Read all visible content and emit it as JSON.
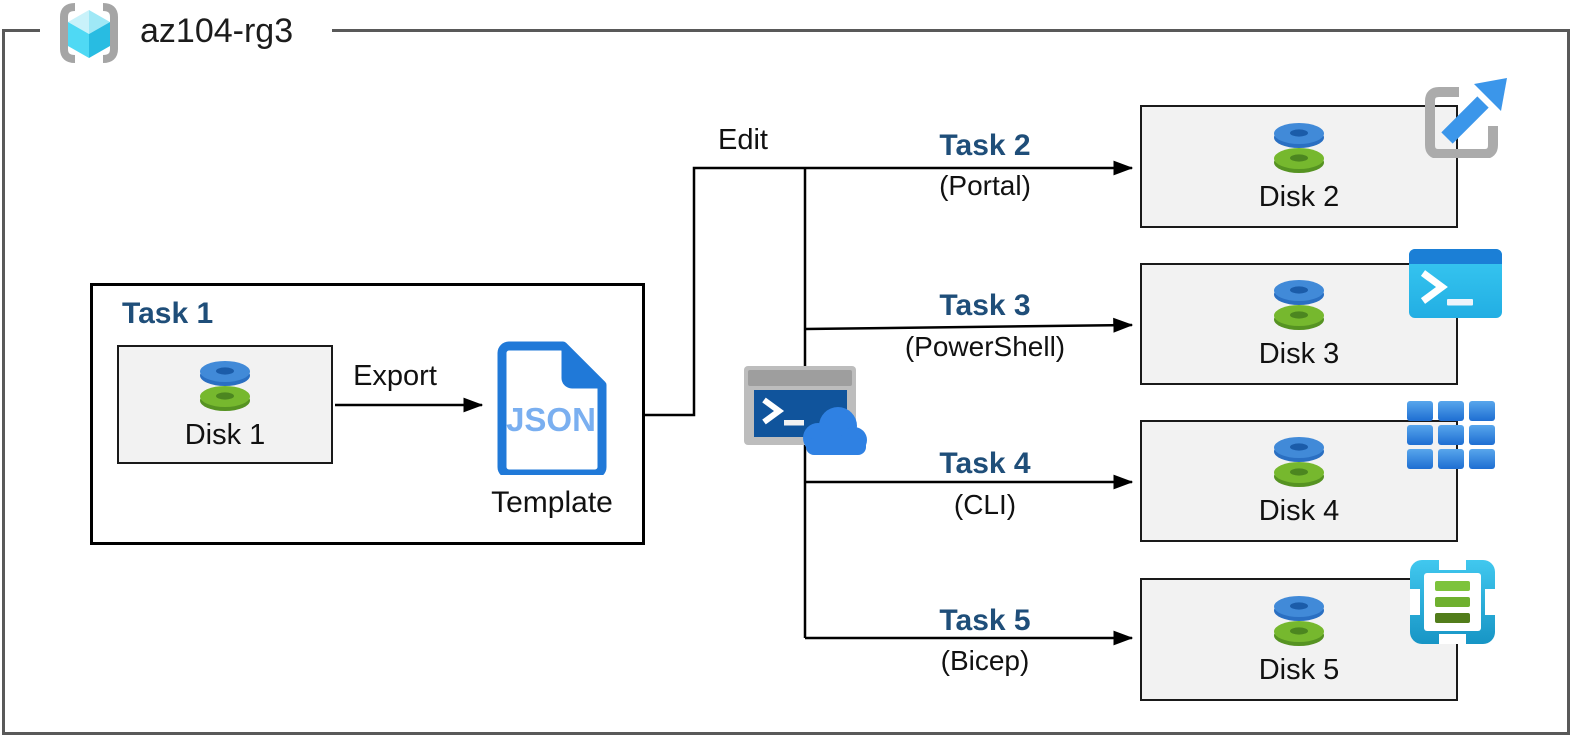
{
  "diagram": {
    "resource_group": {
      "name": "az104-rg3",
      "icon": "resource-group-icon"
    },
    "task1": {
      "label": "Task 1",
      "disk_label": "Disk 1"
    },
    "export_label": "Export",
    "template": {
      "file_type": "JSON",
      "label": "Template",
      "icon": "json-file-icon"
    },
    "edit_label": "Edit",
    "cloud_shell": {
      "icon": "cloud-shell-icon"
    },
    "branches": [
      {
        "task": "Task 2",
        "method": "(Portal)",
        "disk_label": "Disk 2",
        "icon": "portal-icon"
      },
      {
        "task": "Task 3",
        "method": "(PowerShell)",
        "disk_label": "Disk 3",
        "icon": "powershell-icon"
      },
      {
        "task": "Task 4",
        "method": "(CLI)",
        "disk_label": "Disk 4",
        "icon": "cli-icon"
      },
      {
        "task": "Task 5",
        "method": "(Bicep)",
        "disk_label": "Disk 5",
        "icon": "bicep-icon"
      }
    ],
    "colors": {
      "task_label_blue": "#1F4E79",
      "outer_border_gray": "#595959",
      "box_fill_gray": "#f2f2f2",
      "disk_blue": "#418ad8",
      "disk_green": "#76b82e",
      "json_blue": "#2079d8",
      "json_text_blue": "#7aaff0",
      "powershell_cyan": "#2cc0ed",
      "cli_blue": "#2e7fdc",
      "bicep_cyan": "#2db3dd",
      "portal_arrow_blue": "#3b96ea",
      "rg_cube_cyan": "#50e6ff"
    }
  }
}
